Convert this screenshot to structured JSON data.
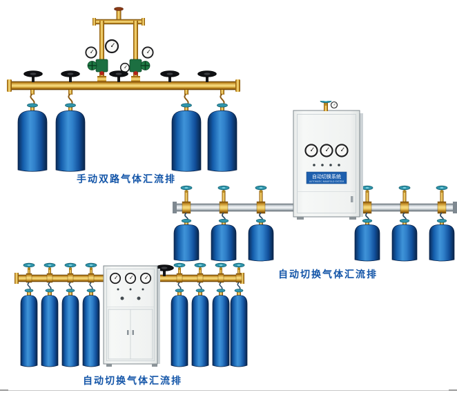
{
  "page": {
    "background": "#ffffff",
    "caption_color": "#1355a8"
  },
  "products": [
    {
      "id": "manual-dual-manifold",
      "caption": "手动双路气体汇流排",
      "cylinder_count": 4
    },
    {
      "id": "auto-switch-manifold-a",
      "caption": "自动切换气体汇流排",
      "cylinder_count": 6,
      "cabinet": {
        "line1": "自动切换系统",
        "line2": "AUTOMATIC MANIFOLD SYSTEM"
      }
    },
    {
      "id": "auto-switch-manifold-b",
      "caption": "自动切换气体汇流排",
      "cylinder_count": 8
    }
  ],
  "colors": {
    "cylinder_blue": "#1465b8",
    "brass": "#d8a53a",
    "steel": "#c9d1d6",
    "cabinet": "#f2f4f3"
  }
}
